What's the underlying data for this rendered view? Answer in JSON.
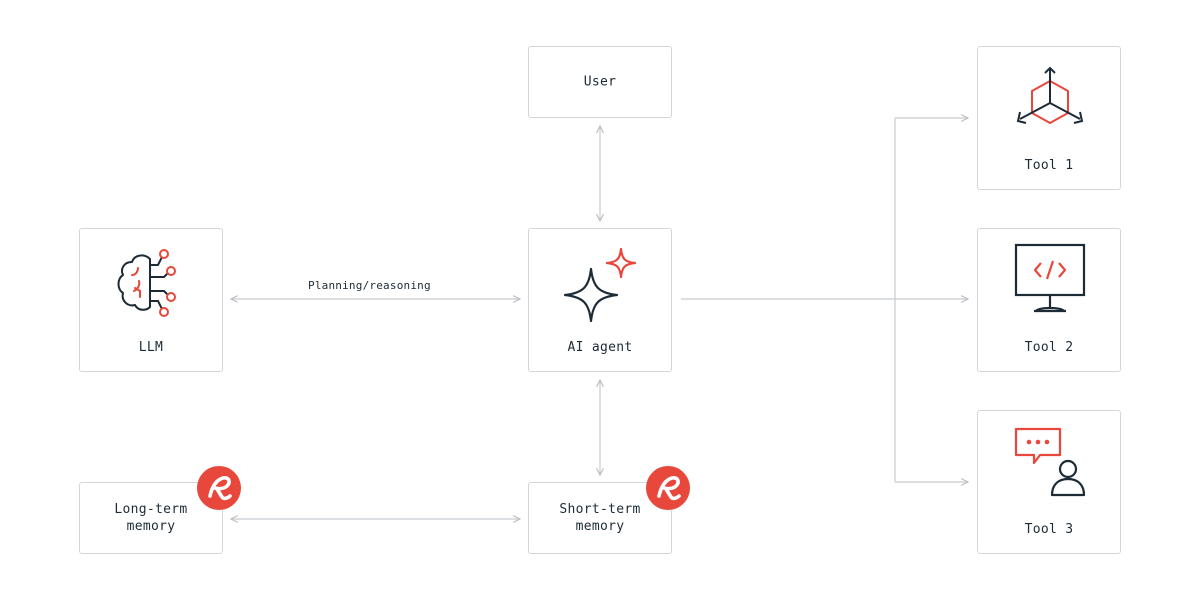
{
  "nodes": {
    "user": "User",
    "llm": "LLM",
    "agent": "AI agent",
    "long_term": "Long-term\nmemory",
    "short_term": "Short-term\nmemory",
    "tool1": "Tool 1",
    "tool2": "Tool 2",
    "tool3": "Tool 3"
  },
  "edges": {
    "llm_agent": "Planning/reasoning"
  },
  "icons": {
    "llm": "brain-network-icon",
    "agent": "sparkle-icon",
    "tool1": "cube-axes-icon",
    "tool2": "monitor-code-icon",
    "tool3": "chat-user-icon",
    "badge": "redis-logo-icon"
  },
  "colors": {
    "accent": "#e8473b",
    "ink": "#1c2b36",
    "border": "#d2d6da",
    "wire": "#c8ccd0"
  }
}
